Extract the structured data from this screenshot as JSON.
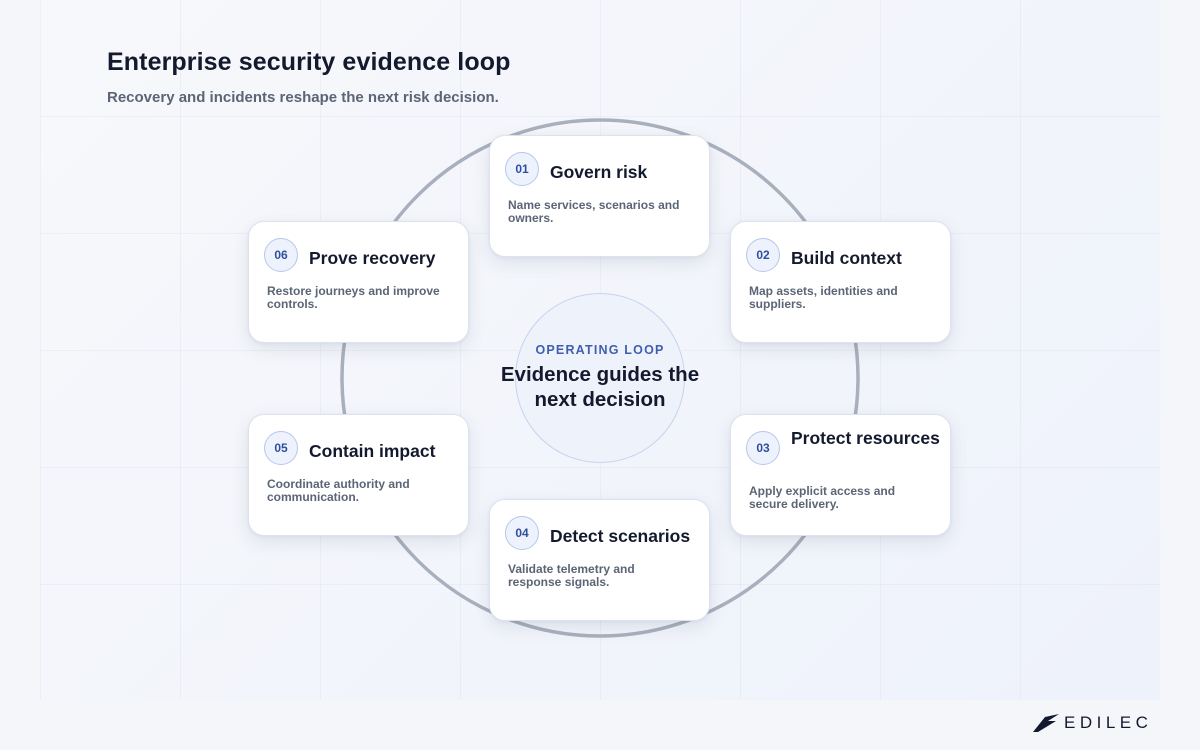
{
  "header": {
    "title": "Enterprise security evidence loop",
    "subtitle": "Recovery and incidents reshape the next risk decision."
  },
  "center": {
    "eyebrow": "OPERATING LOOP",
    "main": "Evidence guides the next decision"
  },
  "steps": [
    {
      "number": "01",
      "title": "Govern risk",
      "description": "Name services, scenarios and owners."
    },
    {
      "number": "02",
      "title": "Build context",
      "description": "Map assets, identities and suppliers."
    },
    {
      "number": "03",
      "title": "Protect resources",
      "description": "Apply explicit access and secure delivery."
    },
    {
      "number": "04",
      "title": "Detect scenarios",
      "description": "Validate telemetry and response signals."
    },
    {
      "number": "05",
      "title": "Contain impact",
      "description": "Coordinate authority and communication."
    },
    {
      "number": "06",
      "title": "Prove recovery",
      "description": "Restore journeys and improve controls."
    }
  ],
  "logo": {
    "text": "EDILEC"
  },
  "colors": {
    "accent": "#2f4f9e",
    "ring": "#a9b0bd",
    "background": "#f4f6fa"
  }
}
